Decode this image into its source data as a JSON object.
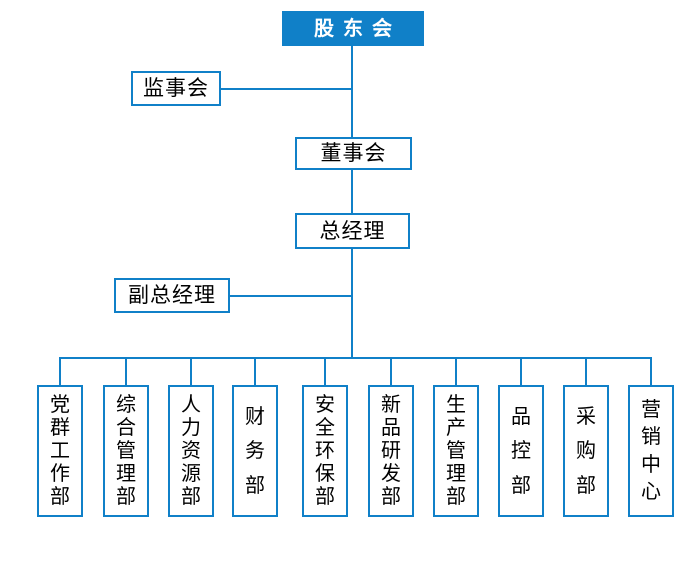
{
  "colors": {
    "primary": "#1080C8",
    "background": "#FFFFFF",
    "node_fill": "#FFFFFF",
    "node_text": "#000000",
    "root_text": "#FFFFFF"
  },
  "org_chart": {
    "shareholders": {
      "label": "股东会"
    },
    "supervisory_board": {
      "label": "监事会"
    },
    "board_of_directors": {
      "label": "董事会"
    },
    "general_manager": {
      "label": "总经理"
    },
    "deputy_general_manager": {
      "label": "副总经理"
    },
    "departments": [
      {
        "label": "党群工作部"
      },
      {
        "label": "综合管理部"
      },
      {
        "label": "人力资源部"
      },
      {
        "label": "财务部"
      },
      {
        "label": "安全环保部"
      },
      {
        "label": "新品研发部"
      },
      {
        "label": "生产管理部"
      },
      {
        "label": "品控部"
      },
      {
        "label": "采购部"
      },
      {
        "label": "营销中心"
      }
    ]
  }
}
